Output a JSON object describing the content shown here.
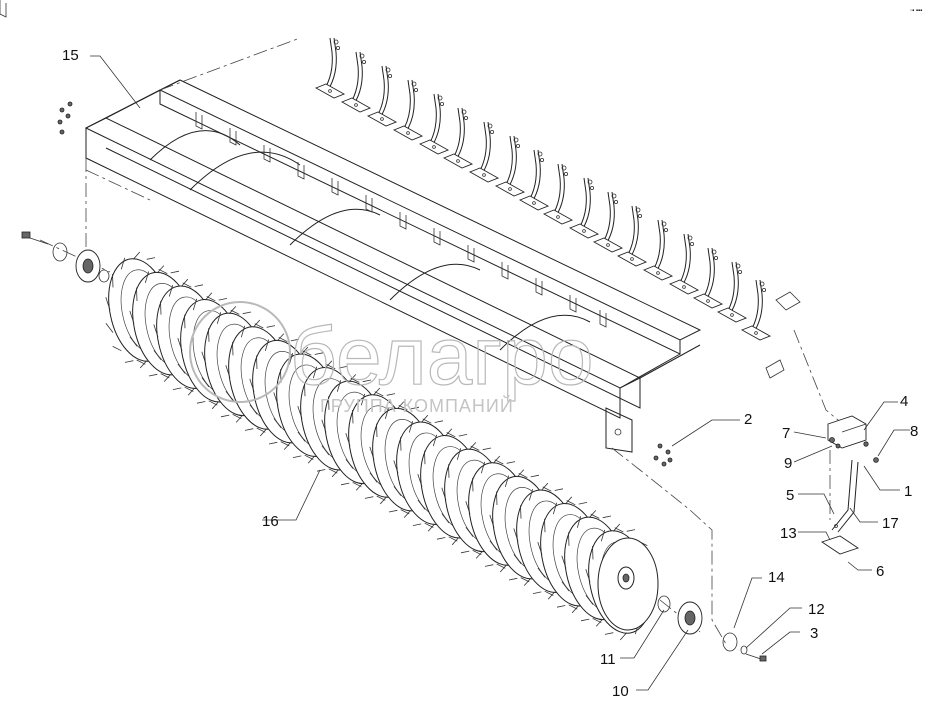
{
  "corner_mark": "◦▪ ▪▪▪",
  "watermark": {
    "brand": "белагро",
    "subtitle": "ГРУППА КОМПАНИЙ"
  },
  "callouts": {
    "c15": "15",
    "c16": "16",
    "c2": "2",
    "c4": "4",
    "c7": "7",
    "c8": "8",
    "c9": "9",
    "c1": "1",
    "c5": "5",
    "c17": "17",
    "c13": "13",
    "c6": "6",
    "c14": "14",
    "c12": "12",
    "c3": "3",
    "c11": "11",
    "c10": "10"
  }
}
